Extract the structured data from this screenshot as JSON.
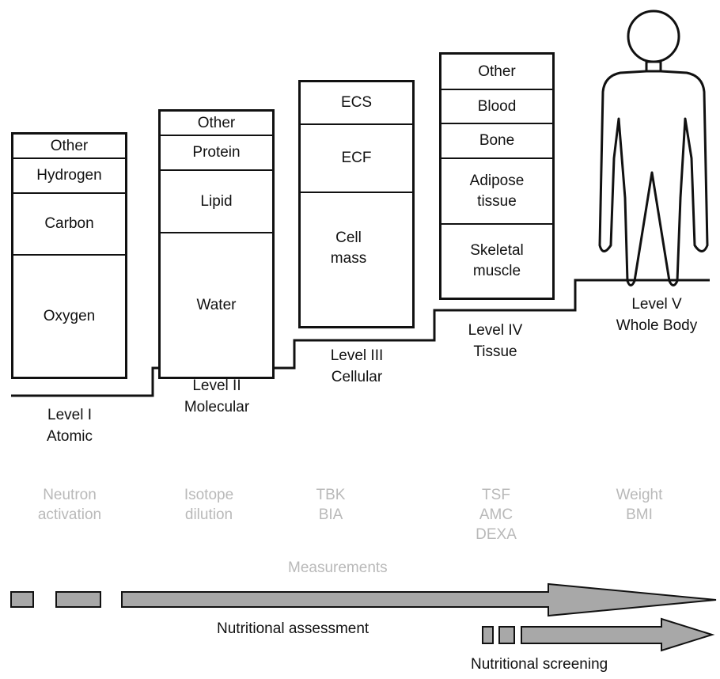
{
  "levels": [
    {
      "cells": [
        "Other",
        "Hydrogen",
        "Carbon",
        "Oxygen"
      ],
      "label": "Level I\nAtomic"
    },
    {
      "cells": [
        "Other",
        "Protein",
        "Lipid",
        "Water"
      ],
      "label": "Level II\nMolecular"
    },
    {
      "cells": [
        "ECS",
        "ECF",
        "Cell\nmass"
      ],
      "label": "Level III\nCellular"
    },
    {
      "cells": [
        "Other",
        "Blood",
        "Bone",
        "Adipose\ntissue",
        "Skeletal\nmuscle"
      ],
      "label": "Level IV\nTissue"
    },
    {
      "label": "Level V\nWhole Body"
    }
  ],
  "measurements": [
    "Neutron\nactivation",
    "Isotope\ndilution",
    "TBK\nBIA",
    "TSF\nAMC\nDEXA",
    "Weight\nBMI"
  ],
  "measurements_title": "Measurements",
  "assessment_label": "Nutritional assessment",
  "screening_label": "Nutritional screening",
  "colors": {
    "line": "#111111",
    "arrow_fill": "#a8a8a8",
    "muted_text": "#b9b9b9"
  }
}
